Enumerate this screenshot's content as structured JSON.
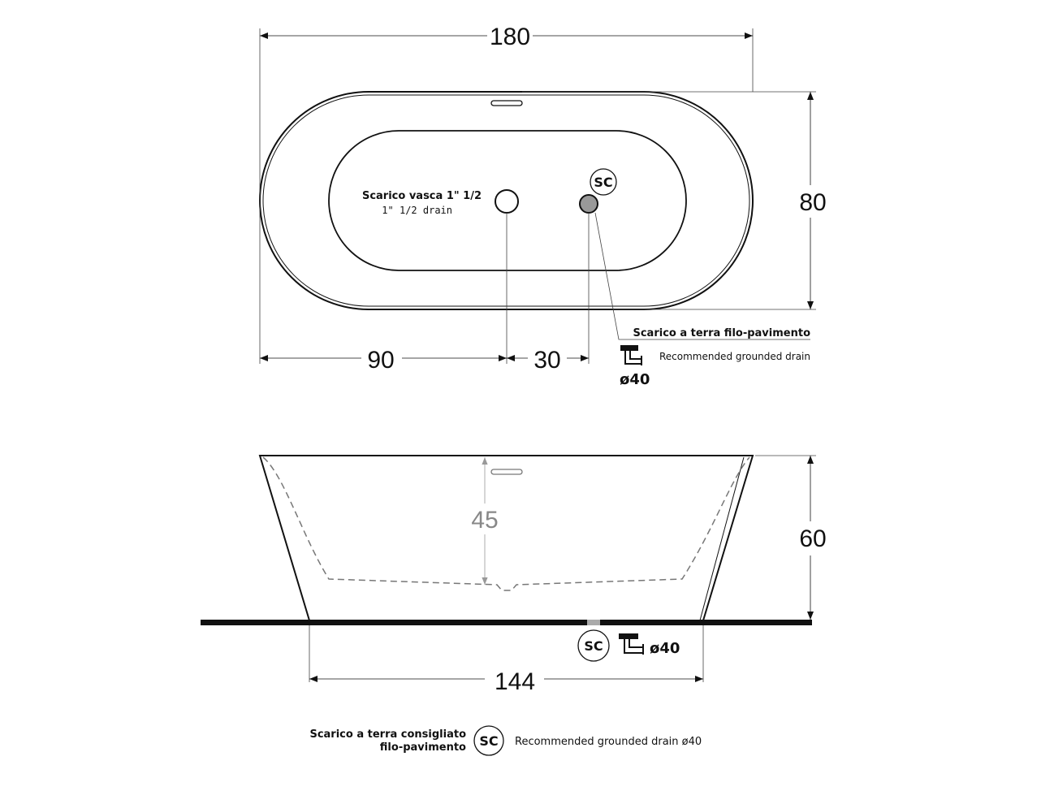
{
  "top_view": {
    "dims": {
      "length": "180",
      "width": "80",
      "drain_offset": "90",
      "floor_drain_offset": "30"
    },
    "tub_drain_label": "Scarico vasca 1\" 1/2",
    "tub_drain_sublabel": "1\" 1/2  drain",
    "sc_badge": "SC",
    "floor_drain_title": "Scarico a terra filo-pavimento",
    "floor_drain_desc": "Recommended grounded drain",
    "floor_drain_diameter": "ø40"
  },
  "side_view": {
    "dims": {
      "height": "60",
      "inner_depth": "45",
      "base_length": "144"
    },
    "sc_badge": "SC",
    "drain_diameter": "ø40"
  },
  "legend": {
    "title_line1": "Scarico a terra consigliato",
    "title_line2": "filo-pavimento",
    "sc_badge": "SC",
    "desc": "Recommended grounded drain ø40"
  }
}
